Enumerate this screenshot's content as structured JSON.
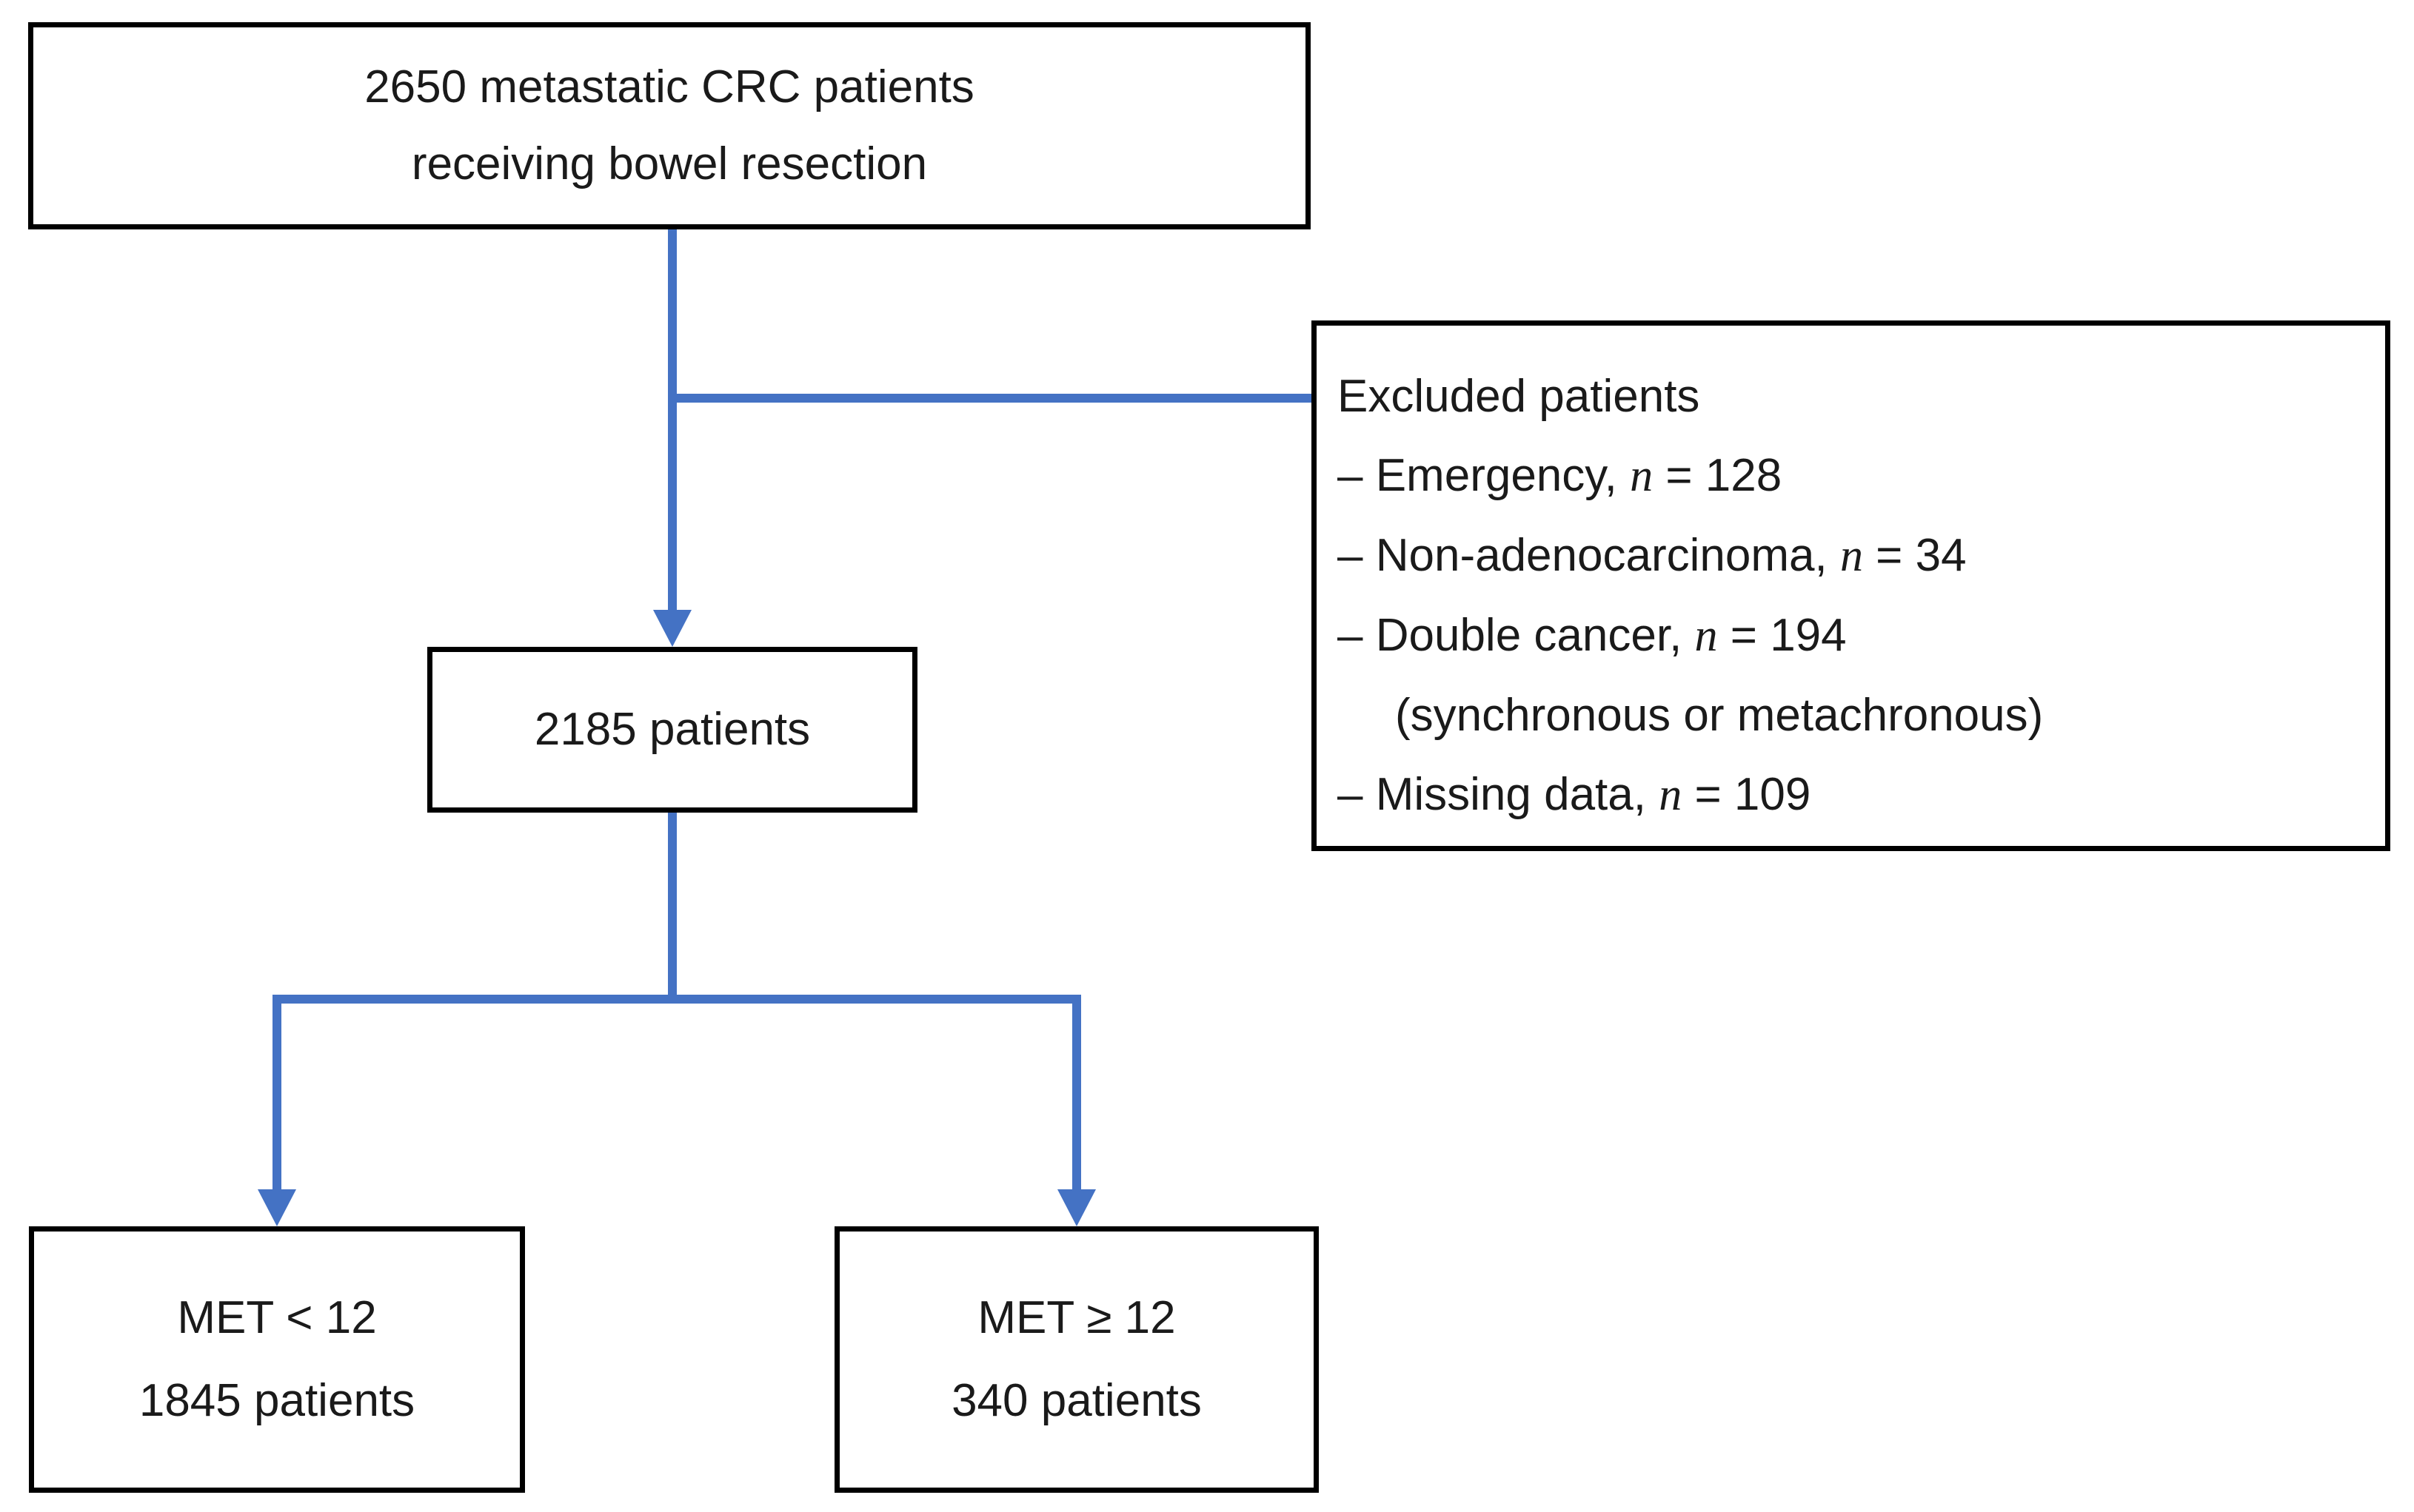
{
  "figure": {
    "type": "patient-flow-diagram",
    "background": "#ffffff"
  },
  "colors": {
    "arrow_blue": "#4472C4",
    "box_border": "#000000",
    "text": "#1a1a1a"
  },
  "boxes": {
    "top": {
      "line1": "2650 metastatic CRC patients",
      "line2": "receiving bowel resection"
    },
    "excluded": {
      "title": "Excluded patients",
      "items": [
        {
          "prefix": "– Emergency, ",
          "var": "n",
          "suffix": " = 128"
        },
        {
          "prefix": "– Non-adenocarcinoma, ",
          "var": "n",
          "suffix": " = 34"
        },
        {
          "prefix": "– Double cancer, ",
          "var": "n",
          "suffix": " = 194",
          "line2": "(synchronous or metachronous)"
        },
        {
          "prefix": "– Missing data, ",
          "var": "n",
          "suffix": " = 109"
        }
      ]
    },
    "cohort": {
      "label": "2185 patients"
    },
    "met_low": {
      "line1": "MET < 12",
      "line2": "1845 patients"
    },
    "met_high": {
      "line1": "MET ≥ 12",
      "line2": "340 patients"
    }
  }
}
